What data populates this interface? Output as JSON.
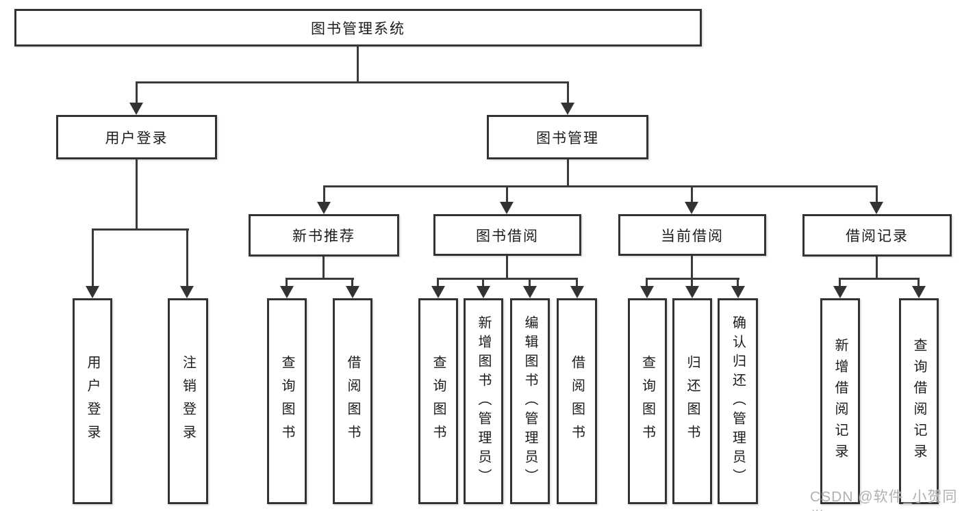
{
  "colors": {
    "line": "#3a3a3a",
    "border": "#333333",
    "text": "#1c1c1c",
    "background": "#ffffff",
    "watermark": "#b0b0b0"
  },
  "watermark": {
    "text": "CSDN @软件_小贺同学"
  },
  "tree": {
    "root": {
      "label": "图书管理系统"
    },
    "branches": [
      {
        "label": "用户登录",
        "children": [
          {
            "label": "用户登录"
          },
          {
            "label": "注销登录"
          }
        ]
      },
      {
        "label": "图书管理",
        "children": [
          {
            "label": "新书推荐",
            "children": [
              {
                "label": "查询图书"
              },
              {
                "label": "借阅图书"
              }
            ]
          },
          {
            "label": "图书借阅",
            "children": [
              {
                "label": "查询图书"
              },
              {
                "label": "新增图书（管理员）"
              },
              {
                "label": "编辑图书（管理员）"
              },
              {
                "label": "借阅图书"
              }
            ]
          },
          {
            "label": "当前借阅",
            "children": [
              {
                "label": "查询图书"
              },
              {
                "label": "归还图书"
              },
              {
                "label": "确认归还（管理员）"
              }
            ]
          },
          {
            "label": "借阅记录",
            "children": [
              {
                "label": "新增借阅记录"
              },
              {
                "label": "查询借阅记录"
              }
            ]
          }
        ]
      }
    ]
  }
}
